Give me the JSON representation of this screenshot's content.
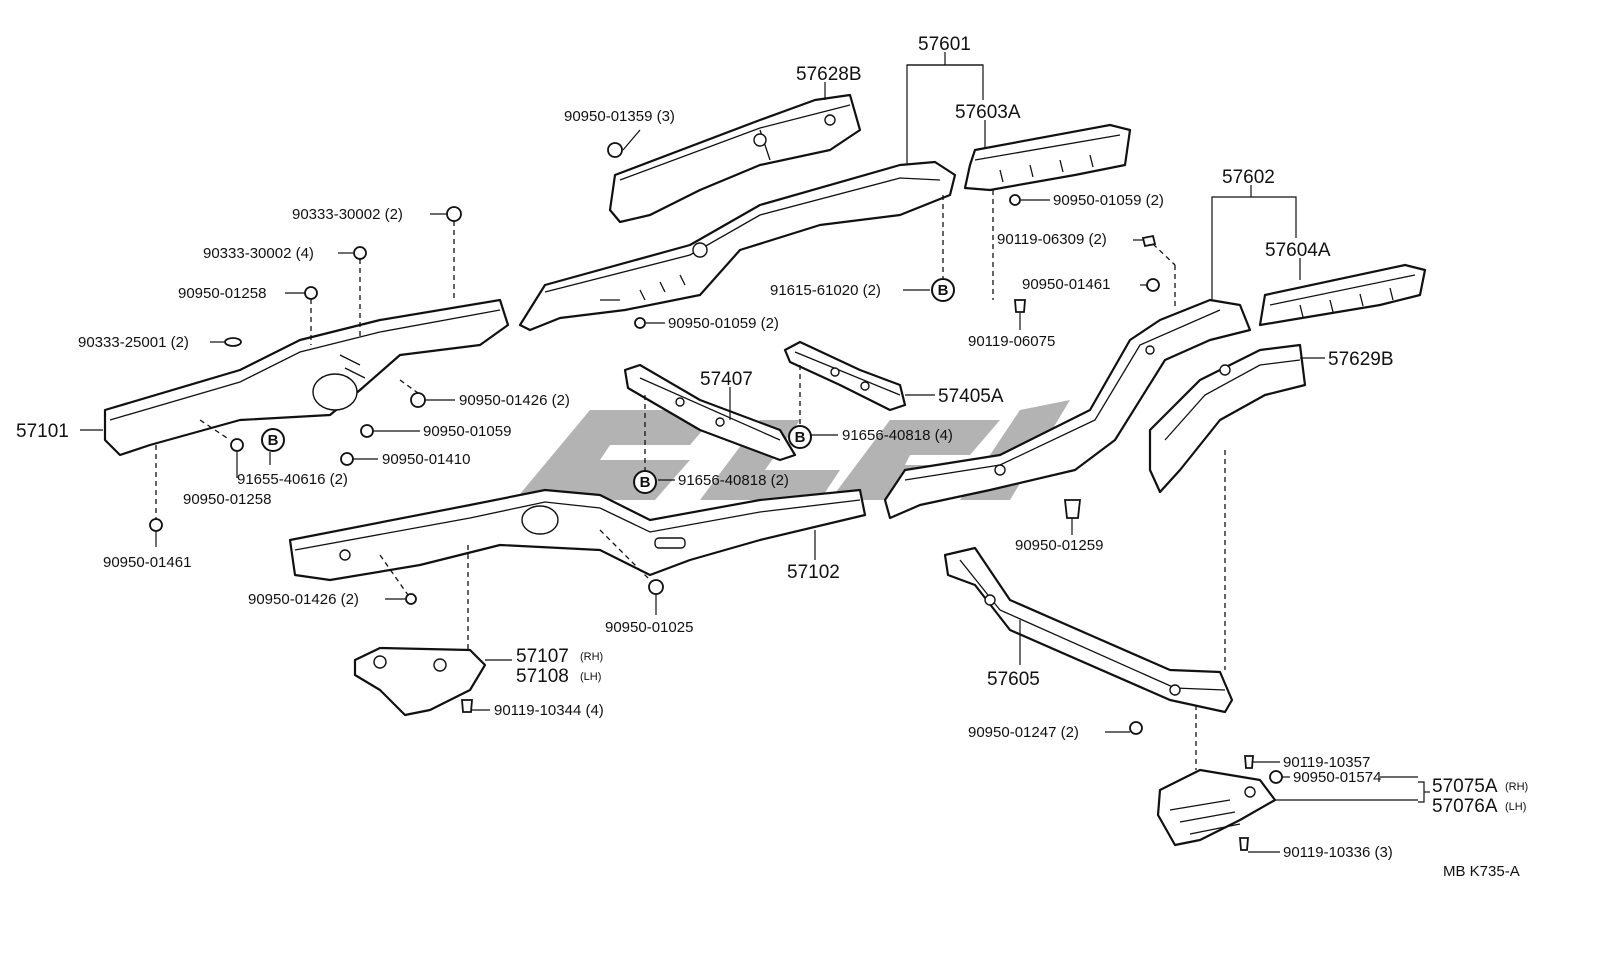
{
  "callouts": {
    "p57601": "57601",
    "p57628B": "57628B",
    "p57603A": "57603A",
    "p57602": "57602",
    "p57604A": "57604A",
    "p57629B": "57629B",
    "p57101": "57101",
    "p57102": "57102",
    "p57407": "57407",
    "p57405A": "57405A",
    "p57605": "57605",
    "p57107": "57107",
    "p57108": "57108",
    "p57075A": "57075A",
    "p57076A": "57076A",
    "rh": "(RH)",
    "lh": "(LH)",
    "rh2": "(RH)",
    "lh2": "(LH)"
  },
  "fasteners": {
    "f1": "90950-01359 (3)",
    "f2": "90950-01059 (2)",
    "f3": "90119-06309 (2)",
    "f4": "90950-01461",
    "f5": "90119-06075",
    "f6": "91615-61020 (2)",
    "f7": "90950-01059 (2)",
    "f8": "90333-30002 (2)",
    "f9": "90333-30002 (4)",
    "f10": "90950-01258",
    "f11": "90333-25001 (2)",
    "f12": "90950-01426 (2)",
    "f13": "90950-01059",
    "f14": "90950-01410",
    "f15": "91655-40616 (2)",
    "f16": "90950-01258",
    "f17": "90950-01461",
    "f18": "91656-40818 (4)",
    "f19": "91656-40818 (2)",
    "f20": "90950-01426 (2)",
    "f21": "90950-01025",
    "f22": "90119-10344 (4)",
    "f23": "90950-01259",
    "f24": "90950-01247 (2)",
    "f25": "90119-10357",
    "f26": "90950-01574",
    "f27": "90119-10336 (3)"
  },
  "markers": {
    "b": "B"
  },
  "footer": {
    "code": "MB  K735-A"
  }
}
